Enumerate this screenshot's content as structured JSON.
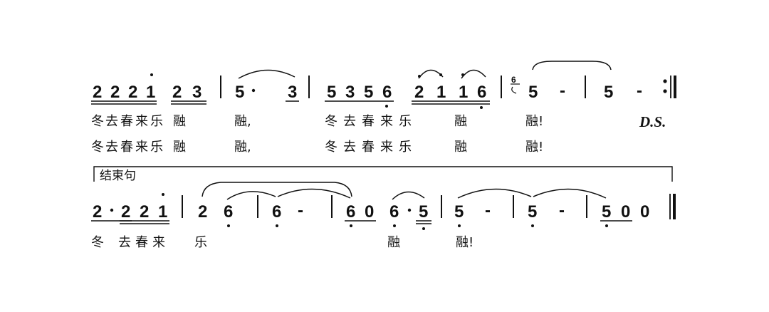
{
  "system1": {
    "notes": [
      "2",
      "2",
      "2",
      "1",
      "2",
      "3",
      "5",
      "3",
      "5",
      "3",
      "5",
      "6",
      "2",
      "1",
      "1",
      "6",
      "5",
      "5"
    ],
    "grace_note": "6",
    "dashes": [
      "-",
      "-"
    ],
    "lyrics_verse1": [
      "冬",
      "去",
      "春",
      "来",
      "乐",
      "融",
      "融,",
      "冬",
      "去",
      "春",
      "来",
      "乐",
      "融",
      "融!"
    ],
    "lyrics_verse2": [
      "冬",
      "去",
      "春",
      "来",
      "乐",
      "融",
      "融,",
      "冬",
      "去",
      "春",
      "来",
      "乐",
      "融",
      "融!"
    ],
    "dal_segno": "D.S."
  },
  "system2": {
    "section_label": "结束句",
    "notes": [
      "2",
      "2",
      "2",
      "1",
      "2",
      "6",
      "6",
      "6",
      "0",
      "6",
      "5",
      "5",
      "5",
      "5",
      "0",
      "0"
    ],
    "dashes": [
      "-",
      "-",
      "-"
    ],
    "lyrics": [
      "冬",
      "去",
      "春",
      "来",
      "乐",
      "融",
      "融!"
    ]
  }
}
